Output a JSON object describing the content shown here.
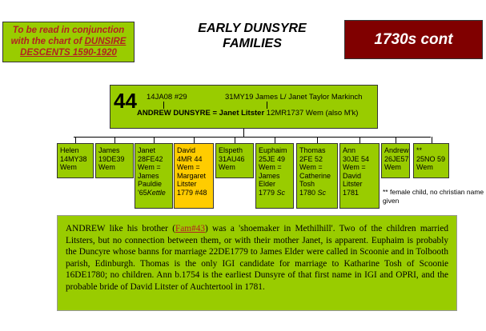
{
  "ref_box": {
    "line1": "To be read in conjunction",
    "line2": "with the chart of ",
    "link1": "DUNSIRE",
    "link2": "DESCENTS 1590-1920"
  },
  "title": {
    "line1": "EARLY DUNSYRE",
    "line2": "FAMILIES"
  },
  "cont_label": "1730s cont",
  "main": {
    "number": "44",
    "father_dates": "14JA08 #29",
    "mother": "31MY19 James L/ Janet Taylor Markinch",
    "couple": "ANDREW DUNSYRE = Janet Litster",
    "marriage": " 12MR1737 Wem (also M'k)"
  },
  "children": [
    {
      "lines": [
        "Helen",
        "14MY38",
        "Wem"
      ],
      "highlight": false
    },
    {
      "lines": [
        "James",
        "19DE39",
        "Wem"
      ],
      "highlight": false
    },
    {
      "lines": [
        "Janet",
        "28FE42",
        "Wem  =",
        "James",
        "Pauldie",
        "'65"
      ],
      "tail": "Kettle",
      "highlight": false
    },
    {
      "lines": [
        "David",
        "4MR 44",
        "Wem  =",
        "Margaret",
        "Litster",
        "1779 #48"
      ],
      "highlight": true
    },
    {
      "lines": [
        "Elspeth",
        "31AU46",
        "Wem"
      ],
      "highlight": false
    },
    {
      "lines": [
        "Euphaim",
        "25JE 49",
        "Wem  =",
        "James",
        "Elder",
        "1779 "
      ],
      "tail": "Sc",
      "highlight": false
    },
    {
      "lines": [
        "Thomas",
        "2FE 52",
        "Wem  =",
        "Catherine",
        "Tosh",
        "1780   "
      ],
      "tail": "Sc",
      "highlight": false
    },
    {
      "lines": [
        "Ann",
        "30JE 54",
        "Wem  =",
        "David",
        "Litster",
        "1781"
      ],
      "highlight": false
    },
    {
      "lines": [
        "Andrew",
        "26JE57",
        "Wem"
      ],
      "highlight": false
    },
    {
      "lines": [
        "**",
        "25NO 59",
        "Wem"
      ],
      "highlight": false
    }
  ],
  "note": "** female child, no christian name given",
  "paragraph": {
    "pre": "ANDREW like his brother (",
    "link": "Fam#43",
    "post": ") was  a 'shoemaker in Methilhill'. Two of the children married Litsters, but no connection between them, or with their mother Janet, is apparent. Euphaim is probably the Duncyre whose banns for marriage 22DE1779 to James Elder were called in Scoonie and in Tolbooth parish, Edinburgh.  Thomas is the only IGI candidate for marriage to Katharine Tosh of Scoonie 16DE1780;  no children.  Ann b.1754 is the earliest Dunsyre of that first name in IGI and OPRI, and the probable bride of  David Litster of Auchtertool in 1781."
  }
}
